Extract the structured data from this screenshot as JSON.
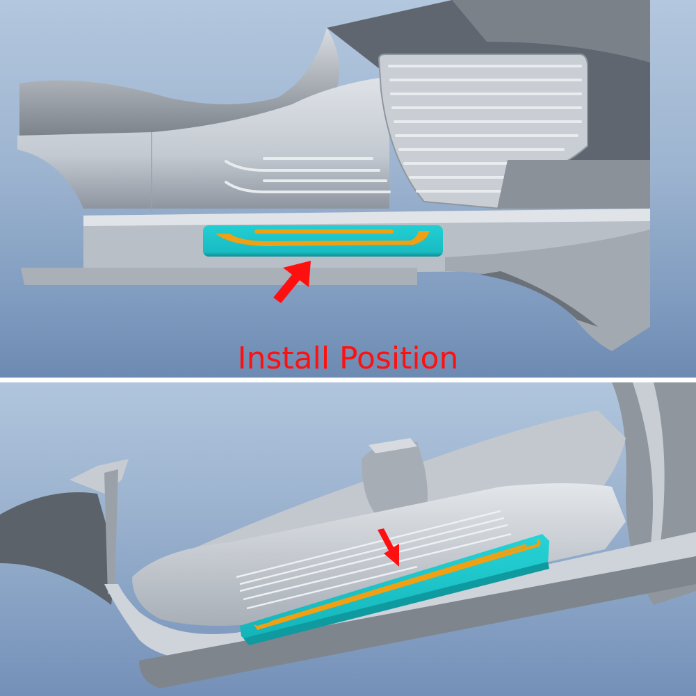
{
  "caption": {
    "text": "Install Position",
    "color": "#ff1010"
  },
  "panels": [
    {
      "id": "top",
      "view": "side-view",
      "annotation": "arrow pointing up-right to door sill plate",
      "arrow_icon": "red-arrow-up-right"
    },
    {
      "id": "bottom",
      "view": "angled-view",
      "annotation": "arrow pointing down to door sill plate",
      "arrow_icon": "red-arrow-down"
    }
  ],
  "colors": {
    "sill_plate": "#1ec8cc",
    "sill_accent": "#f0a012",
    "arrow": "#ff1010",
    "car_body": "#c6ccd4",
    "car_shadow": "#5d646c",
    "background_top": "#b3c7de",
    "background_bottom": "#6d8ab2"
  }
}
